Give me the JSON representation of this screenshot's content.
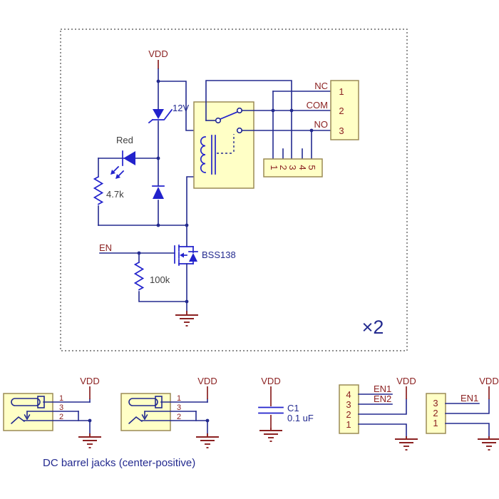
{
  "colors": {
    "wire_navy": "#232a8f",
    "component_blue": "#2222cc",
    "label_maroon": "#8b2121",
    "label_gray": "#3f3f3f",
    "part_fill_yellow": "#ffffc6",
    "part_border_tan": "#9b8b55",
    "background": "#ffffff"
  },
  "main": {
    "vdd": "VDD",
    "zener_value": "12V",
    "led_name": "Red",
    "led_resistor_value": "4.7k",
    "contact_nc": "NC",
    "contact_com": "COM",
    "contact_no": "NO",
    "terminal_pins": [
      "1",
      "2",
      "3"
    ],
    "header_pins": [
      "1",
      "2",
      "3",
      "4",
      "5"
    ],
    "enable_label": "EN",
    "mosfet_part": "BSS138",
    "pulldown_value": "100k",
    "multiplier_note": "×2"
  },
  "bottom": {
    "vdd": "VDD",
    "jack_pins": [
      "1",
      "3",
      "2"
    ],
    "capacitor_name": "C1",
    "capacitor_value": "0.1 uF",
    "conn4_pins": [
      "4",
      "3",
      "2",
      "1"
    ],
    "conn4_signal_1": "EN1",
    "conn4_signal_2": "EN2",
    "conn3_pins": [
      "3",
      "2",
      "1"
    ],
    "conn3_signal_1": "EN1",
    "caption": "DC barrel jacks (center-positive)"
  }
}
